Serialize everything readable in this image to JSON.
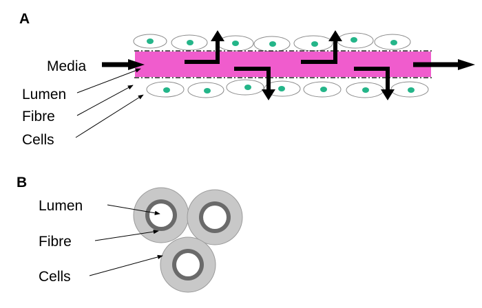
{
  "panel_a": {
    "letter": "A",
    "labels": {
      "media": "Media",
      "lumen": "Lumen",
      "fibre": "Fibre",
      "cells": "Cells"
    }
  },
  "panel_b": {
    "letter": "B",
    "labels": {
      "lumen": "Lumen",
      "fibre": "Fibre",
      "cells": "Cells"
    }
  },
  "colors": {
    "media_flow": "#f05ccd",
    "cell_nucleus": "#24b589",
    "cell_membrane": "#8a8a8a",
    "cell_layer_grey": "#c8c8c8",
    "fibre_grey": "#6a6a6a",
    "flow_arrow": "#000000"
  }
}
